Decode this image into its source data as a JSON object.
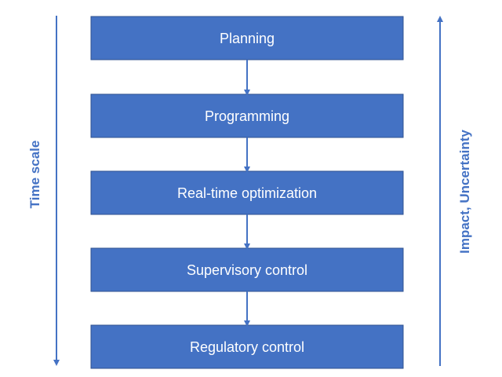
{
  "diagram": {
    "levels": [
      {
        "label": "Planning"
      },
      {
        "label": "Programming"
      },
      {
        "label": "Real-time optimization"
      },
      {
        "label": "Supervisory control"
      },
      {
        "label": "Regulatory control"
      }
    ],
    "left_axis_label": "Time scale",
    "left_axis_direction": "down",
    "right_axis_label": "Impact, Uncertainty",
    "right_axis_direction": "up",
    "colors": {
      "box_fill": "#4472c4",
      "box_border": "#2f528f",
      "box_text": "#ffffff",
      "arrow": "#4472c4",
      "axis_label": "#4472c4"
    }
  }
}
